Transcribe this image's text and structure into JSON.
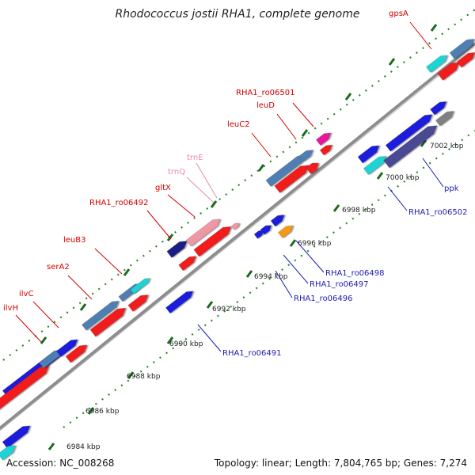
{
  "title": "Rhodococcus jostii RHA1, complete genome",
  "accession": "Accession: NC_008268",
  "summary": "Topology: linear; Length: 7,804,765 bp; Genes: 7,274",
  "colors": {
    "gene_forward": "#1f1fdc",
    "gene_cds": "#f21a1a",
    "gene_steel": "#4f7fb2",
    "gene_cyan": "#1ed4d4",
    "trna": "#f097a5",
    "misc_pink": "#e8199a",
    "orange": "#f59a13",
    "gray": "#808080",
    "navy": "#1a1a86",
    "slate": "#4a4a94",
    "label_top": "#d40000",
    "label_bottom": "#1a1ab3",
    "trna_label": "#e88ca0",
    "tick": "#227722"
  },
  "tick_labels": [
    "6984 kbp",
    "6986 kbp",
    "6988 kbp",
    "6990 kbp",
    "6992 kbp",
    "6994 kbp",
    "6996 kbp",
    "6998 kbp",
    "7000 kbp",
    "7002 kbp"
  ],
  "top_labels": [
    "gpsA",
    "RHA1_ro06501",
    "leuD",
    "leuC2",
    "trnE",
    "trnQ",
    "gltX",
    "RHA1_ro06492",
    "leuB3",
    "serA2",
    "ilvC",
    "ilvH"
  ],
  "bottom_labels": [
    "ppk",
    "RHA1_ro06502",
    "RHA1_ro06498",
    "RHA1_ro06497",
    "RHA1_ro06496",
    "RHA1_ro06491"
  ]
}
